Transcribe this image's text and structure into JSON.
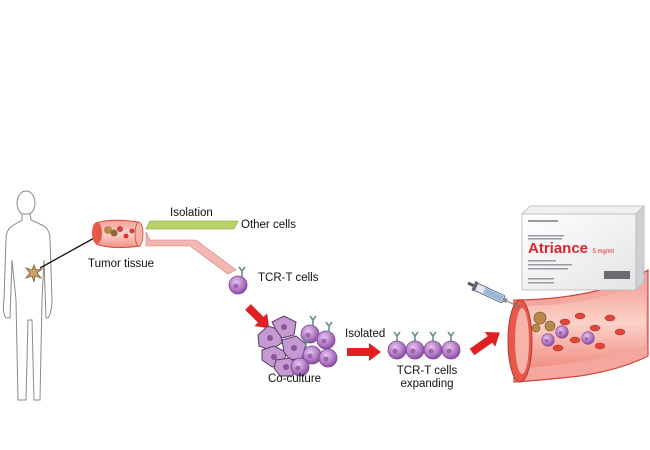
{
  "labels": {
    "isolation": "Isolation",
    "other_cells": "Other cells",
    "tumor_tissue": "Tumor tissue",
    "tcr_t_cells": "TCR-T cells",
    "isolated": "Isolated",
    "co_culture": "Co-culture",
    "expanding_line1": "TCR-T cells",
    "expanding_line2": "expanding"
  },
  "product_box": {
    "brand": "Atriance",
    "strength": "5 mg/ml"
  },
  "colors": {
    "vessel_red": "#e8574a",
    "vessel_pink": "#f6b3a8",
    "cell_purple": "#b77fc8",
    "arrow_red": "#e02020",
    "green_band": "#b9d36a",
    "pink_band": "#f3b6b0"
  }
}
